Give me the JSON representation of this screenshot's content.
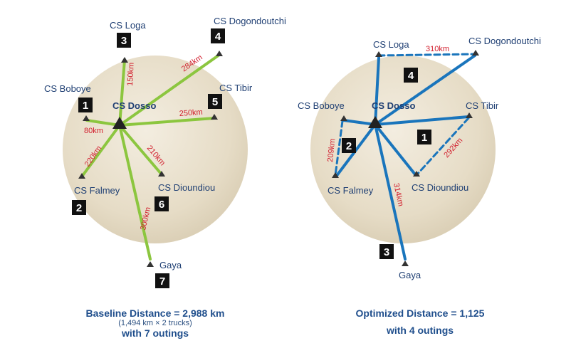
{
  "left": {
    "hub": "CS Dosso",
    "nodes": {
      "loga": "CS Loga",
      "dogondoutchi": "CS Dogondoutchi",
      "boboye": "CS Boboye",
      "tibir": "CS Tibir",
      "falmey": "CS Falmey",
      "dioundiou": "CS Dioundiou",
      "gaya": "Gaya"
    },
    "distances": {
      "loga": "150km",
      "dogondoutchi": "284km",
      "tibir": "250km",
      "boboye": "80km",
      "falmey": "220km",
      "dioundiou": "210km",
      "gaya": "300km"
    },
    "outings": {
      "boboye": "1",
      "falmey": "2",
      "loga": "3",
      "dogondoutchi": "4",
      "tibir": "5",
      "dioundiou": "6",
      "gaya": "7"
    },
    "caption": {
      "line1": "Baseline Distance = 2,988 km",
      "line2": "(1,494 km × 2 trucks)",
      "line3": "with 7 outings"
    }
  },
  "right": {
    "hub": "CS Dosso",
    "nodes": {
      "loga": "CS Loga",
      "dogondoutchi": "CS Dogondoutchi",
      "boboye": "CS Boboye",
      "tibir": "CS Tibir",
      "falmey": "CS Falmey",
      "dioundiou": "CS Dioundiou",
      "gaya": "Gaya"
    },
    "distances": {
      "loga_dogondoutchi": "310km",
      "boboye_falmey": "209km",
      "tibir_dioundiou": "292km",
      "gaya": "314km"
    },
    "routes": {
      "route1": "1",
      "route2": "2",
      "route3": "3",
      "route4": "4"
    },
    "caption": {
      "line1": "Optimized Distance = 1,125",
      "line2": "with 4 outings"
    }
  },
  "colors": {
    "baseline_route": "#8cc63f",
    "optimized_route": "#1a75bc",
    "distance_label": "#d2202f",
    "map_area": "#e9e0cc",
    "text": "#1f3f73"
  }
}
